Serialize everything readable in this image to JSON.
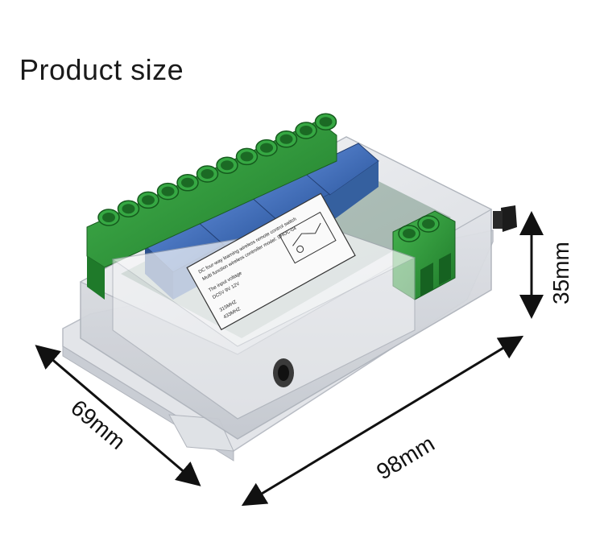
{
  "title": "Product size",
  "dimensions": {
    "width": "98mm",
    "depth": "69mm",
    "height": "35mm"
  },
  "label": {
    "line1": "DC four-way learning wireless remote control switch",
    "line2": "Multi function wireless controller model: SHOC-04",
    "line3": "The input voltage",
    "line4": "DC5V  9V  12V",
    "line5": "315MHZ",
    "line6": "433MHZ"
  },
  "colors": {
    "terminal_green": "#2f9e3a",
    "relay_blue": "#3f6fc0",
    "case_clear": "#e6e8ec",
    "arrow": "#111111"
  },
  "terminal_count_large": 12,
  "terminal_count_small": 2
}
